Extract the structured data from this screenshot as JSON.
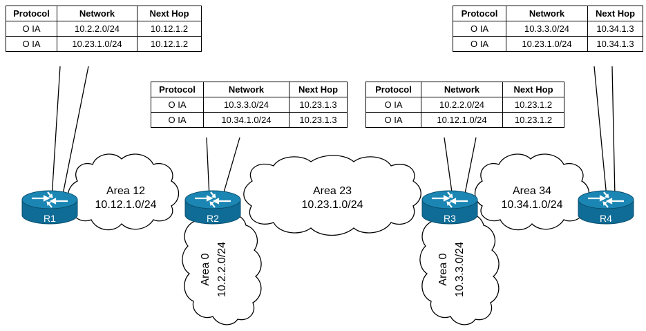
{
  "table_headers": [
    "Protocol",
    "Network",
    "Next Hop"
  ],
  "tables": {
    "r1": {
      "rows": [
        [
          "O IA",
          "10.2.2.0/24",
          "10.12.1.2"
        ],
        [
          "O IA",
          "10.23.1.0/24",
          "10.12.1.2"
        ]
      ]
    },
    "r2": {
      "rows": [
        [
          "O IA",
          "10.3.3.0/24",
          "10.23.1.3"
        ],
        [
          "O IA",
          "10.34.1.0/24",
          "10.23.1.3"
        ]
      ]
    },
    "r3": {
      "rows": [
        [
          "O IA",
          "10.2.2.0/24",
          "10.23.1.2"
        ],
        [
          "O IA",
          "10.12.1.0/24",
          "10.23.1.2"
        ]
      ]
    },
    "r4": {
      "rows": [
        [
          "O IA",
          "10.3.3.0/24",
          "10.34.1.3"
        ],
        [
          "O IA",
          "10.23.1.0/24",
          "10.34.1.3"
        ]
      ]
    }
  },
  "routers": {
    "r1": "R1",
    "r2": "R2",
    "r3": "R3",
    "r4": "R4"
  },
  "areas": {
    "area12": {
      "name": "Area 12",
      "subnet": "10.12.1.0/24"
    },
    "area23": {
      "name": "Area 23",
      "subnet": "10.23.1.0/24"
    },
    "area34": {
      "name": "Area 34",
      "subnet": "10.34.1.0/24"
    },
    "area0_left": {
      "name": "Area 0",
      "subnet": "10.2.2.0/24"
    },
    "area0_right": {
      "name": "Area 0",
      "subnet": "10.3.3.0/24"
    }
  },
  "colors": {
    "router_fill": "#0f6c96",
    "router_top": "#1b86b3",
    "line": "#000000",
    "cloud_fill": "#ffffff"
  }
}
